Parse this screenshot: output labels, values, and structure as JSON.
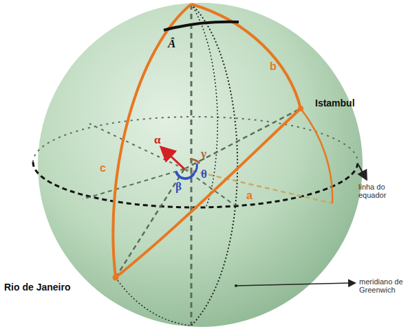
{
  "diagram": {
    "labels": [
      "Â",
      "b",
      "Istambul",
      "c",
      "α",
      "γ",
      "β",
      "θ",
      "a",
      "linha do equador",
      "Rio de Janeiro",
      "meridiano de Greenwich"
    ]
  }
}
